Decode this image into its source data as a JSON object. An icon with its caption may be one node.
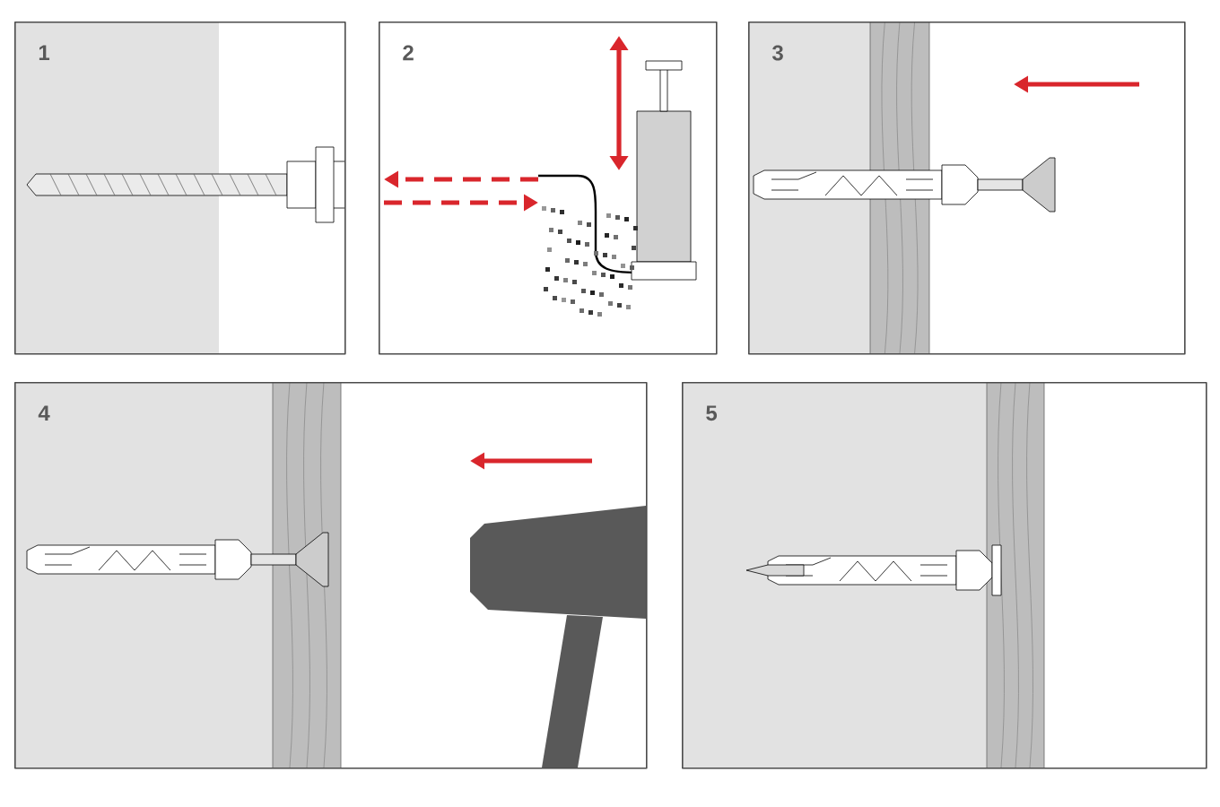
{
  "diagram": {
    "nodes": [
      {
        "text": [
          "1"
        ]
      },
      {
        "text": [
          "2"
        ]
      },
      {
        "text": [
          "3"
        ]
      },
      {
        "text": [
          "4"
        ]
      },
      {
        "text": [
          "5"
        ]
      }
    ]
  }
}
